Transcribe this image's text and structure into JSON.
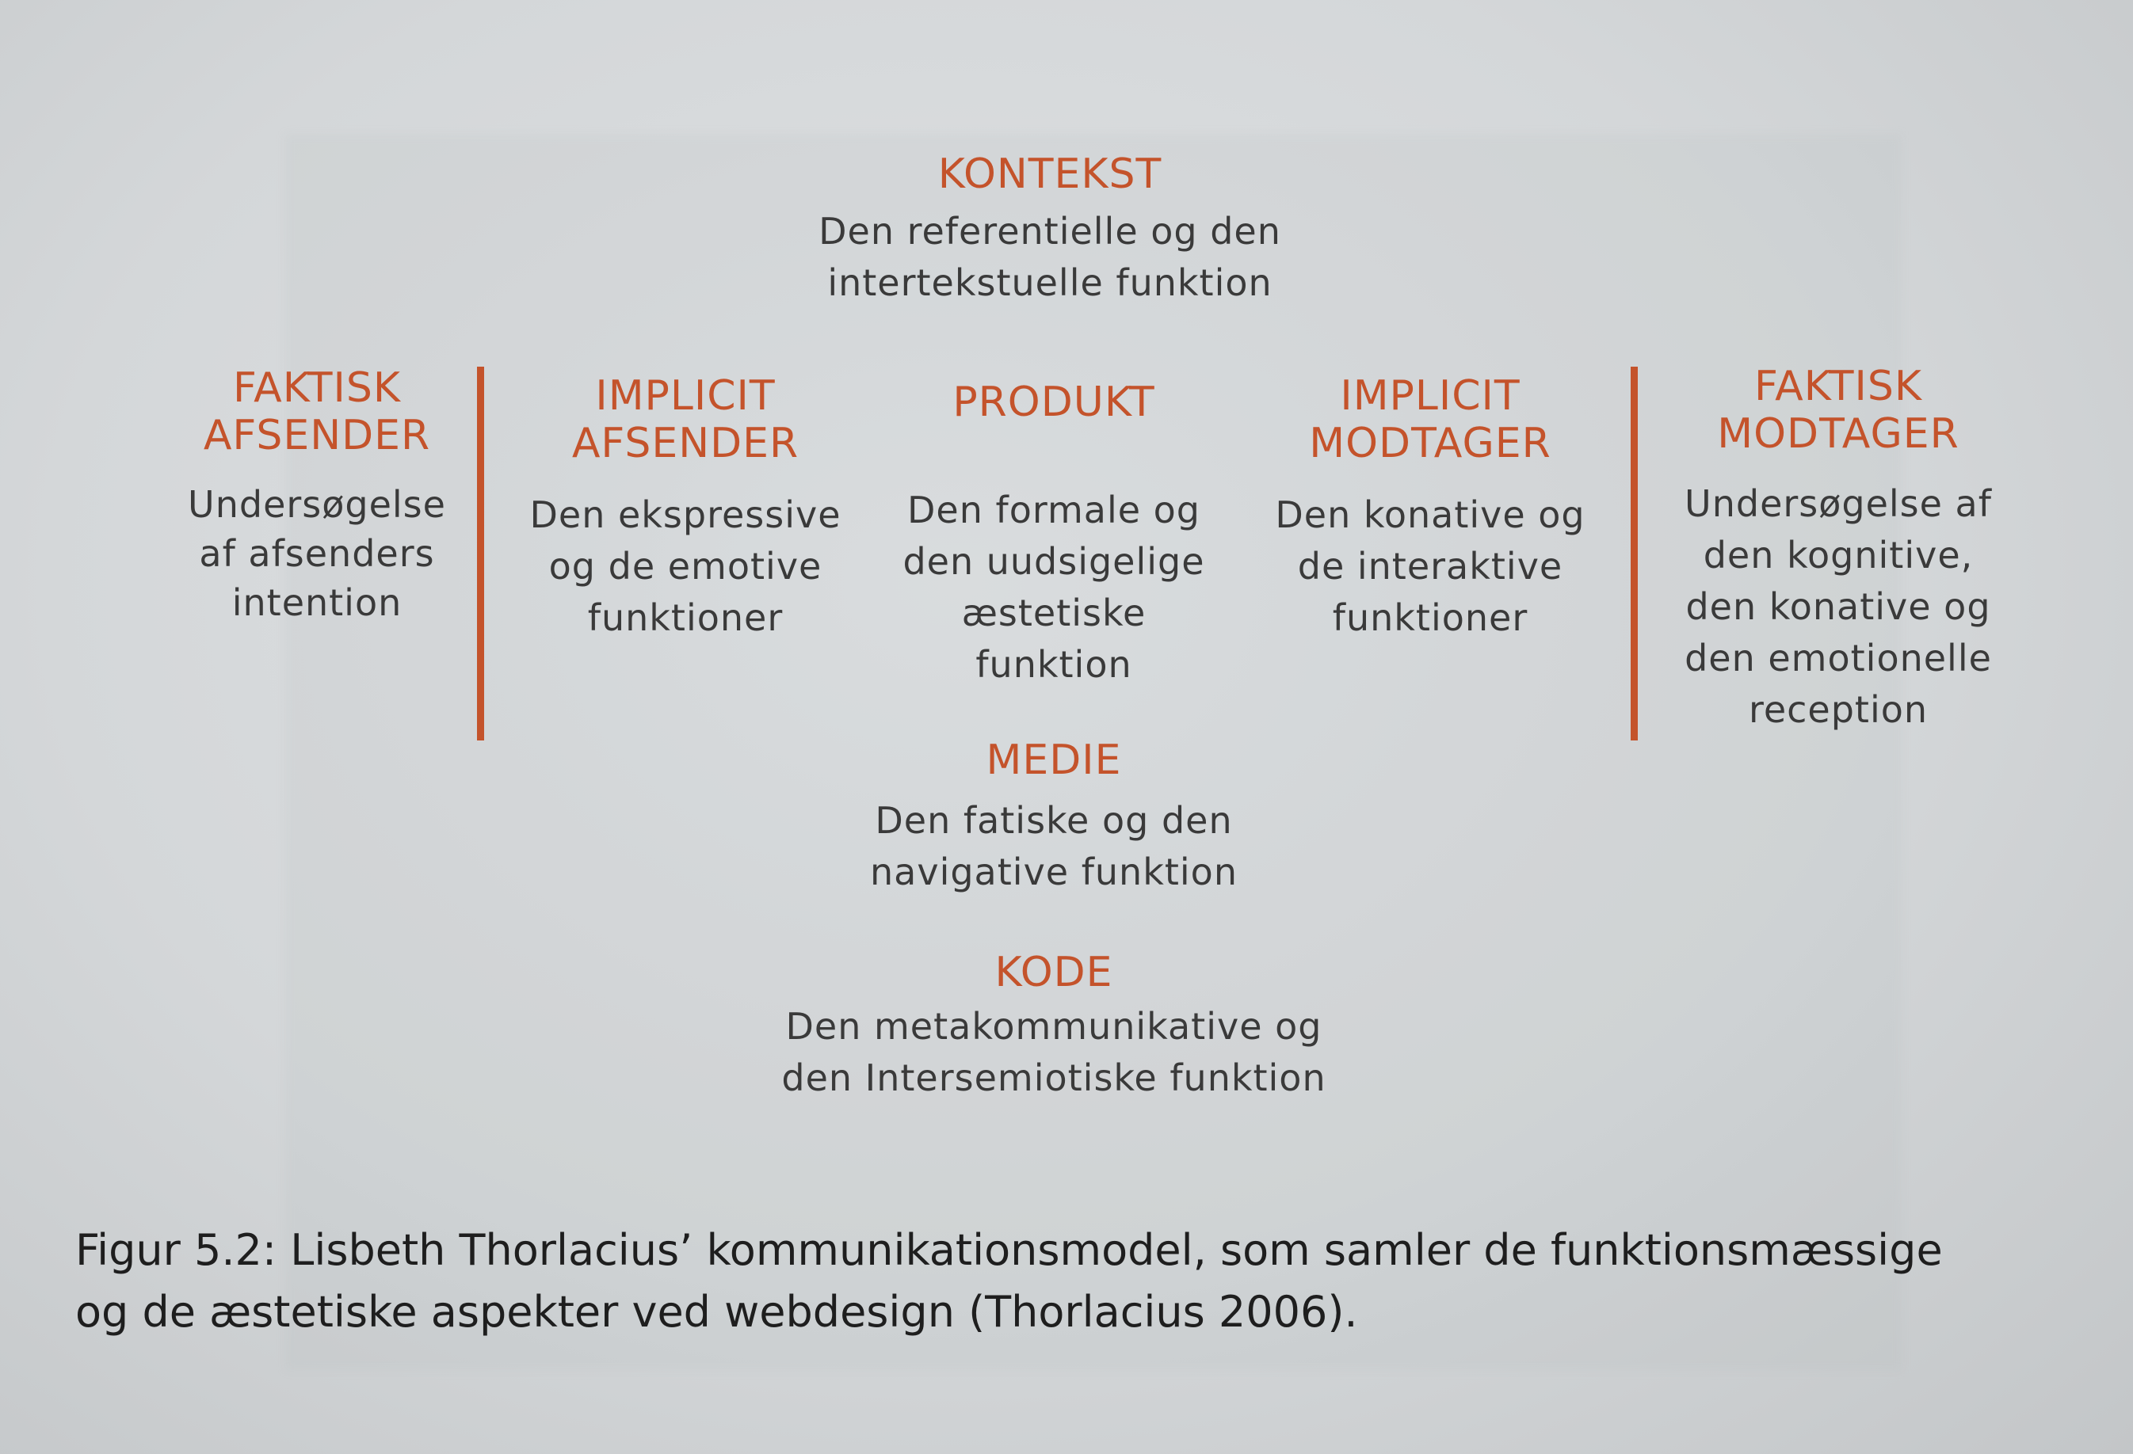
{
  "diagram": {
    "kontekst": {
      "heading": "KONTEKST",
      "description": "Den referentielle og den\nintertekstuelle funktion"
    },
    "faktisk_afsender": {
      "heading": "FAKTISK\nAFSENDER",
      "description": "Undersøgelse\naf afsenders\nintention"
    },
    "implicit_afsender": {
      "heading": "IMPLICIT\nAFSENDER",
      "description": "Den ekspressive\nog de emotive\nfunktioner"
    },
    "produkt": {
      "heading": "PRODUKT",
      "description": "Den formale og\nden uudsigelige\næstetiske\nfunktion"
    },
    "implicit_modtager": {
      "heading": "IMPLICIT\nMODTAGER",
      "description": "Den konative og\nde interaktive\nfunktioner"
    },
    "faktisk_modtager": {
      "heading": "FAKTISK\nMODTAGER",
      "description": "Undersøgelse af\nden kognitive,\nden konative og\nden emotionelle\nreception"
    },
    "medie": {
      "heading": "MEDIE",
      "description": "Den fatiske og den\nnavigative funktion"
    },
    "kode": {
      "heading": "KODE",
      "description": "Den metakommunikative og\nden Intersemiotiske funktion"
    }
  },
  "caption": {
    "line1": "Figur 5.2: Lisbeth Thorlacius’ kommunikationsmodel, som samler de funktionsmæssige",
    "line2": "og de æstetiske aspekter ved webdesign (Thorlacius 2006)."
  },
  "colors": {
    "heading": "#c4532b",
    "body_text": "#3a3a3a",
    "divider": "#c4532b",
    "page_background": "#d8dadc"
  }
}
